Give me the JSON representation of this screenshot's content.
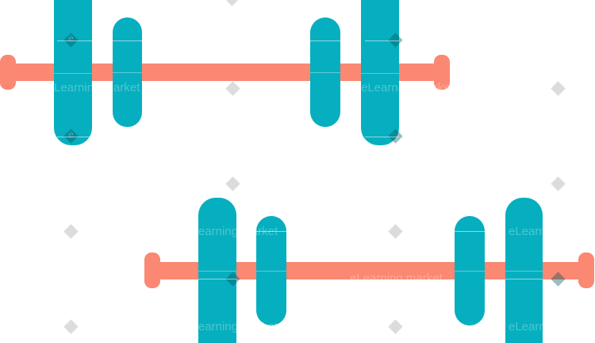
{
  "colors": {
    "bar": "#FA8872",
    "plate": "#06AFBF",
    "background": "#FFFFFF",
    "watermark": "#D6D6D6"
  },
  "icons": [
    "barbell-top",
    "barbell-bottom"
  ],
  "watermark": {
    "text_1": "Learning market",
    "text_2": "eLearning market",
    "text_3": "eLearning market",
    "text_4": "eLearn",
    "text_5": "earning market",
    "text_6": "eLearn",
    "text_7": "earning market",
    "text_8": "eLearning market",
    "letter": "e"
  }
}
